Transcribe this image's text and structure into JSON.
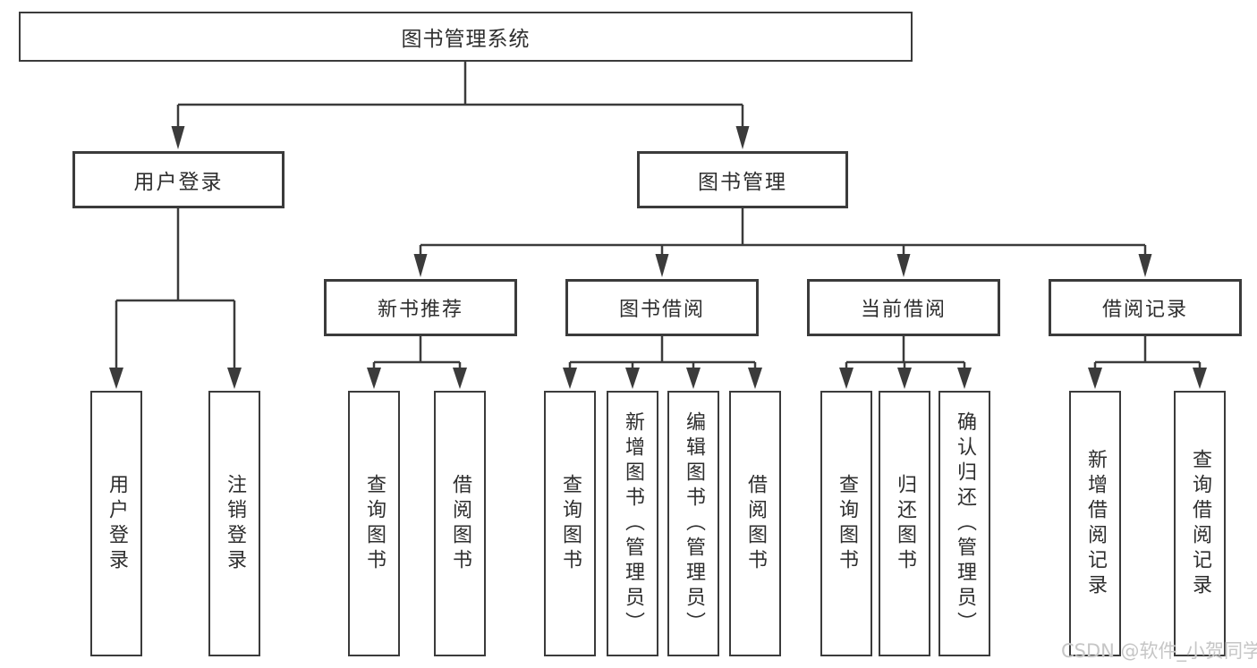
{
  "tree": {
    "root": {
      "label": "图书管理系统",
      "children": [
        {
          "label": "用户登录",
          "children": [
            {
              "label": "用户登录"
            },
            {
              "label": "注销登录"
            }
          ]
        },
        {
          "label": "图书管理",
          "children": [
            {
              "label": "新书推荐",
              "children": [
                {
                  "label": "查询图书"
                },
                {
                  "label": "借阅图书"
                }
              ]
            },
            {
              "label": "图书借阅",
              "children": [
                {
                  "label": "查询图书"
                },
                {
                  "label": "新增图书（管理员）"
                },
                {
                  "label": "编辑图书（管理员）"
                },
                {
                  "label": "借阅图书"
                }
              ]
            },
            {
              "label": "当前借阅",
              "children": [
                {
                  "label": "查询图书"
                },
                {
                  "label": "归还图书"
                },
                {
                  "label": "确认归还（管理员）"
                }
              ]
            },
            {
              "label": "借阅记录",
              "children": [
                {
                  "label": "新增借阅记录"
                },
                {
                  "label": "查询借阅记录"
                }
              ]
            }
          ]
        }
      ]
    }
  },
  "watermark": {
    "text": "CSDN @软件_小贺同学"
  },
  "colors": {
    "line": "#3b3b3b",
    "box_border": "#3b3b3b",
    "text": "#2e2e2e",
    "background": "#ffffff",
    "watermark": "#c6c6c6"
  }
}
